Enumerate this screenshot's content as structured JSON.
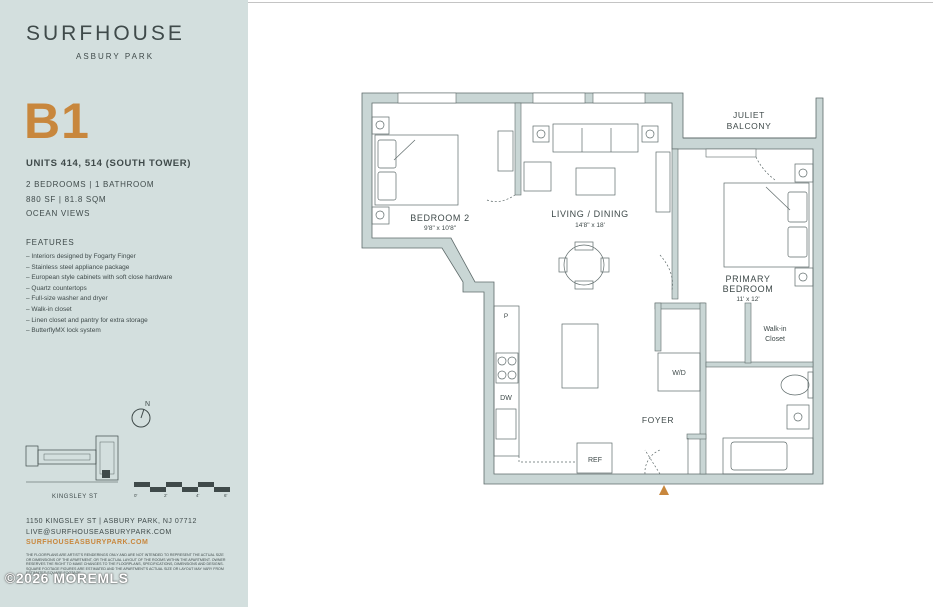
{
  "brand": {
    "name": "SURFHOUSE",
    "location": "ASBURY PARK"
  },
  "unit": {
    "code": "B1",
    "units": "UNITS 414, 514 (SOUTH TOWER)",
    "bedrooms": "2 BEDROOMS | 1 BATHROOM",
    "size": "880 SF | 81.8 SQM",
    "views": "OCEAN VIEWS"
  },
  "features": {
    "title": "FEATURES",
    "items": [
      "– Interiors designed by Fogarty Finger",
      "– Stainless steel appliance package",
      "– European style cabinets with soft close hardware",
      "– Quartz countertops",
      "– Full-size washer and dryer",
      "– Walk-in closet",
      "– Linen closet and pantry for extra storage",
      "– ButterflyMX lock system"
    ]
  },
  "map": {
    "compass": "N",
    "street": "KINGSLEY ST",
    "scale_labels": [
      "0'",
      "2'",
      "4'",
      "6'"
    ]
  },
  "contact": {
    "address": "1150 KINGSLEY ST | ASBURY PARK, NJ 07712",
    "email": "LIVE@SURFHOUSEASBURYPARK.COM",
    "website": "SURFHOUSEASBURYPARK.COM"
  },
  "disclaimer": "THE FLOORPLANS ARE ARTIST'S RENDERINGS ONLY AND ARE NOT INTENDED TO REPRESENT THE ACTUAL SIZE OR DIMENSIONS OF THE APARTMENT, OR THE ACTUAL LAYOUT OF THE ROOMS WITHIN THE APARTMENT. OWNER RESERVES THE RIGHT TO MAKE CHANGES TO THE FLOORPLANS, SPECIFICATIONS, DIMENSIONS AND DESIGNS. SQUARE FOOTAGE FIGURES ARE ESTIMATED AND THE APARTMENT'S ACTUAL SIZE OR LAYOUT MAY VARY FROM ESTIMATED SQUARE FOOTAGE.",
  "watermark": "©2026 MOREMLS",
  "rooms": {
    "bedroom2": {
      "name": "BEDROOM 2",
      "dims": "9'8\" x 10'8\""
    },
    "living": {
      "name": "LIVING / DINING",
      "dims": "14'8\" x 18'"
    },
    "primary": {
      "name1": "PRIMARY",
      "name2": "BEDROOM",
      "dims": "11' x 12'"
    },
    "balcony": {
      "line1": "JULIET",
      "line2": "BALCONY"
    },
    "walkin": {
      "line1": "Walk-in",
      "line2": "Closet"
    },
    "foyer": "FOYER",
    "wd": "W/D",
    "dw": "DW",
    "ref": "REF",
    "pantry": "P"
  },
  "colors": {
    "sidebar": "#d3dfde",
    "accent": "#c8873d",
    "wall": "#c9d6d5",
    "text": "#3f4a4a"
  }
}
